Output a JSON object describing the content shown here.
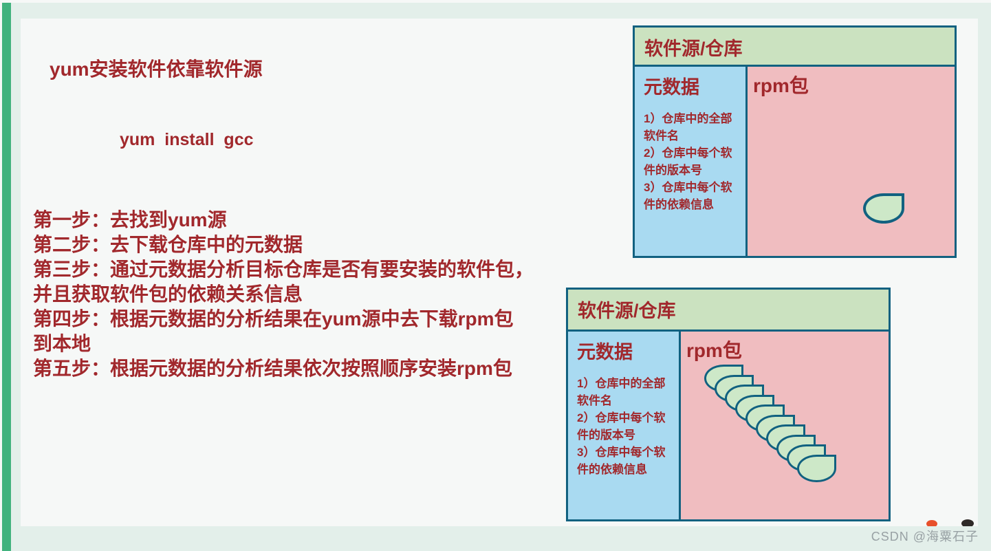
{
  "slide": {
    "title": "yum安装软件依靠软件源",
    "command": "yum  install  gcc",
    "step_lines": [
      "第一步：去找到yum源",
      "第二步：去下载仓库中的元数据",
      "第三步：通过元数据分析目标仓库是否有要安装的软件包，",
      "并且获取软件包的依赖关系信息",
      "第四步：根据元数据的分析结果在yum源中去下载rpm包",
      "到本地",
      "第五步：根据元数据的分析结果依次按照顺序安装rpm包"
    ]
  },
  "box_top": {
    "header": "软件源/仓库",
    "metadata_title": "元数据",
    "metadata_lines": [
      "1）仓库中的全部软件名",
      "2）仓库中每个软件的版本号",
      "3）仓库中每个软件的依赖信息"
    ],
    "rpm_label": "rpm包",
    "rpm_count": 1
  },
  "box_bottom": {
    "header": "软件源/仓库",
    "metadata_title": "元数据",
    "metadata_lines": [
      "1）仓库中的全部软件名",
      "2）仓库中每个软件的版本号",
      "3）仓库中每个软件的依赖信息"
    ],
    "rpm_label": "rpm包",
    "rpm_count": 10
  },
  "watermark": {
    "text": "CSDN @海粟石子"
  },
  "colors": {
    "accent_bar": "#41b27e",
    "page_margin": "#e3efea",
    "slide_bg": "#f6f8f7",
    "box_border": "#116180",
    "header_fill": "#cbe2c0",
    "metadata_fill": "#a9daf1",
    "rpm_fill": "#f0bdc0",
    "leaf_fill": "#cde8c8",
    "text_red": "#a1282c",
    "watermark_gray": "#98a1a4"
  }
}
